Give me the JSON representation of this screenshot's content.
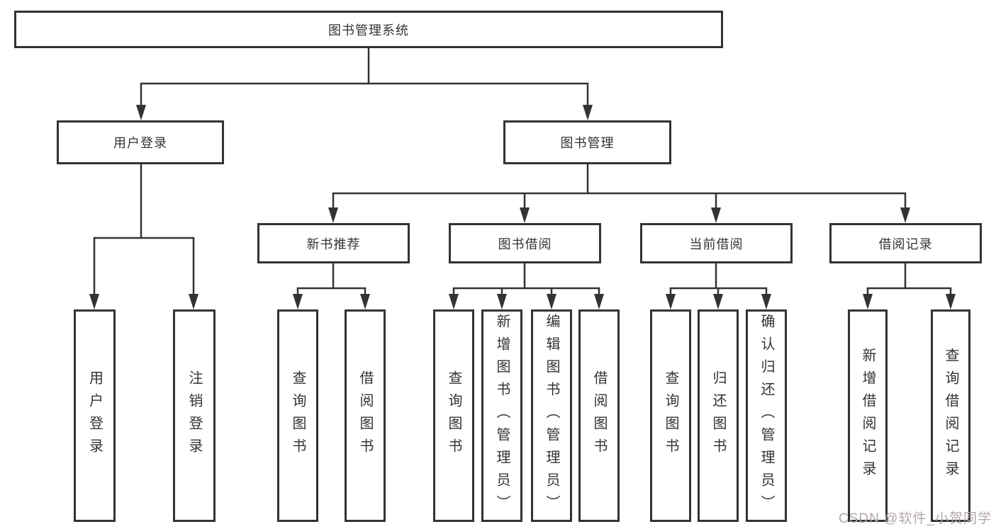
{
  "tree": {
    "root": {
      "label": "图书管理系统",
      "children": [
        {
          "label": "用户登录",
          "leaves": [
            {
              "label": "用户登录"
            },
            {
              "label": "注销登录"
            }
          ]
        },
        {
          "label": "图书管理",
          "children": [
            {
              "label": "新书推荐",
              "leaves": [
                {
                  "label": "查询图书"
                },
                {
                  "label": "借阅图书"
                }
              ]
            },
            {
              "label": "图书借阅",
              "leaves": [
                {
                  "label": "查询图书"
                },
                {
                  "label": "新增图书（管理员）"
                },
                {
                  "label": "编辑图书（管理员）"
                },
                {
                  "label": "借阅图书"
                }
              ]
            },
            {
              "label": "当前借阅",
              "leaves": [
                {
                  "label": "查询图书"
                },
                {
                  "label": "归还图书"
                },
                {
                  "label": "确认归还（管理员）"
                }
              ]
            },
            {
              "label": "借阅记录",
              "leaves": [
                {
                  "label": "新增借阅记录"
                },
                {
                  "label": "查询借阅记录"
                }
              ]
            }
          ]
        }
      ]
    }
  },
  "watermark": {
    "text": "CSDN @软件_小贺同学"
  },
  "colors": {
    "line": "#333333",
    "text": "#333333",
    "background": "#ffffff",
    "watermark": "#b3a8a8"
  }
}
